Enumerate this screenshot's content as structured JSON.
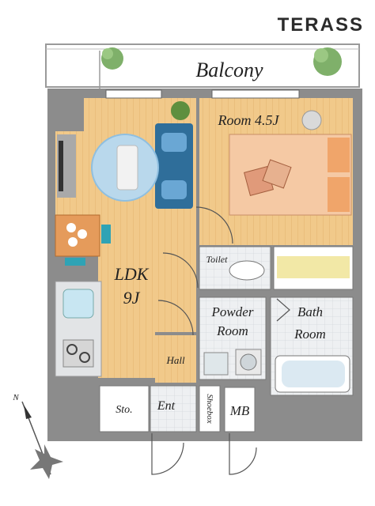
{
  "brand": "TERASS",
  "rooms": {
    "balcony": "Balcony",
    "room": "Room 4.5J",
    "ldk_line1": "LDK",
    "ldk_line2": "9J",
    "toilet": "Toilet",
    "powder_line1": "Powder",
    "powder_line2": "Room",
    "bath_line1": "Bath",
    "bath_line2": "Room",
    "hall": "Hall",
    "storage": "Sto.",
    "entrance": "Ent",
    "shoebox": "Shoebox",
    "mb": "MB"
  },
  "compass": {
    "north_letter": "N"
  },
  "colors": {
    "wall": "#8c8c8c",
    "floor_wood": "#f1c98a",
    "wet_area": "#e6e8ea",
    "sofa": "#2f6e9a",
    "rug": "#b9d8ec",
    "bed": "#f5c9a4",
    "greenery": "#6da05a"
  }
}
